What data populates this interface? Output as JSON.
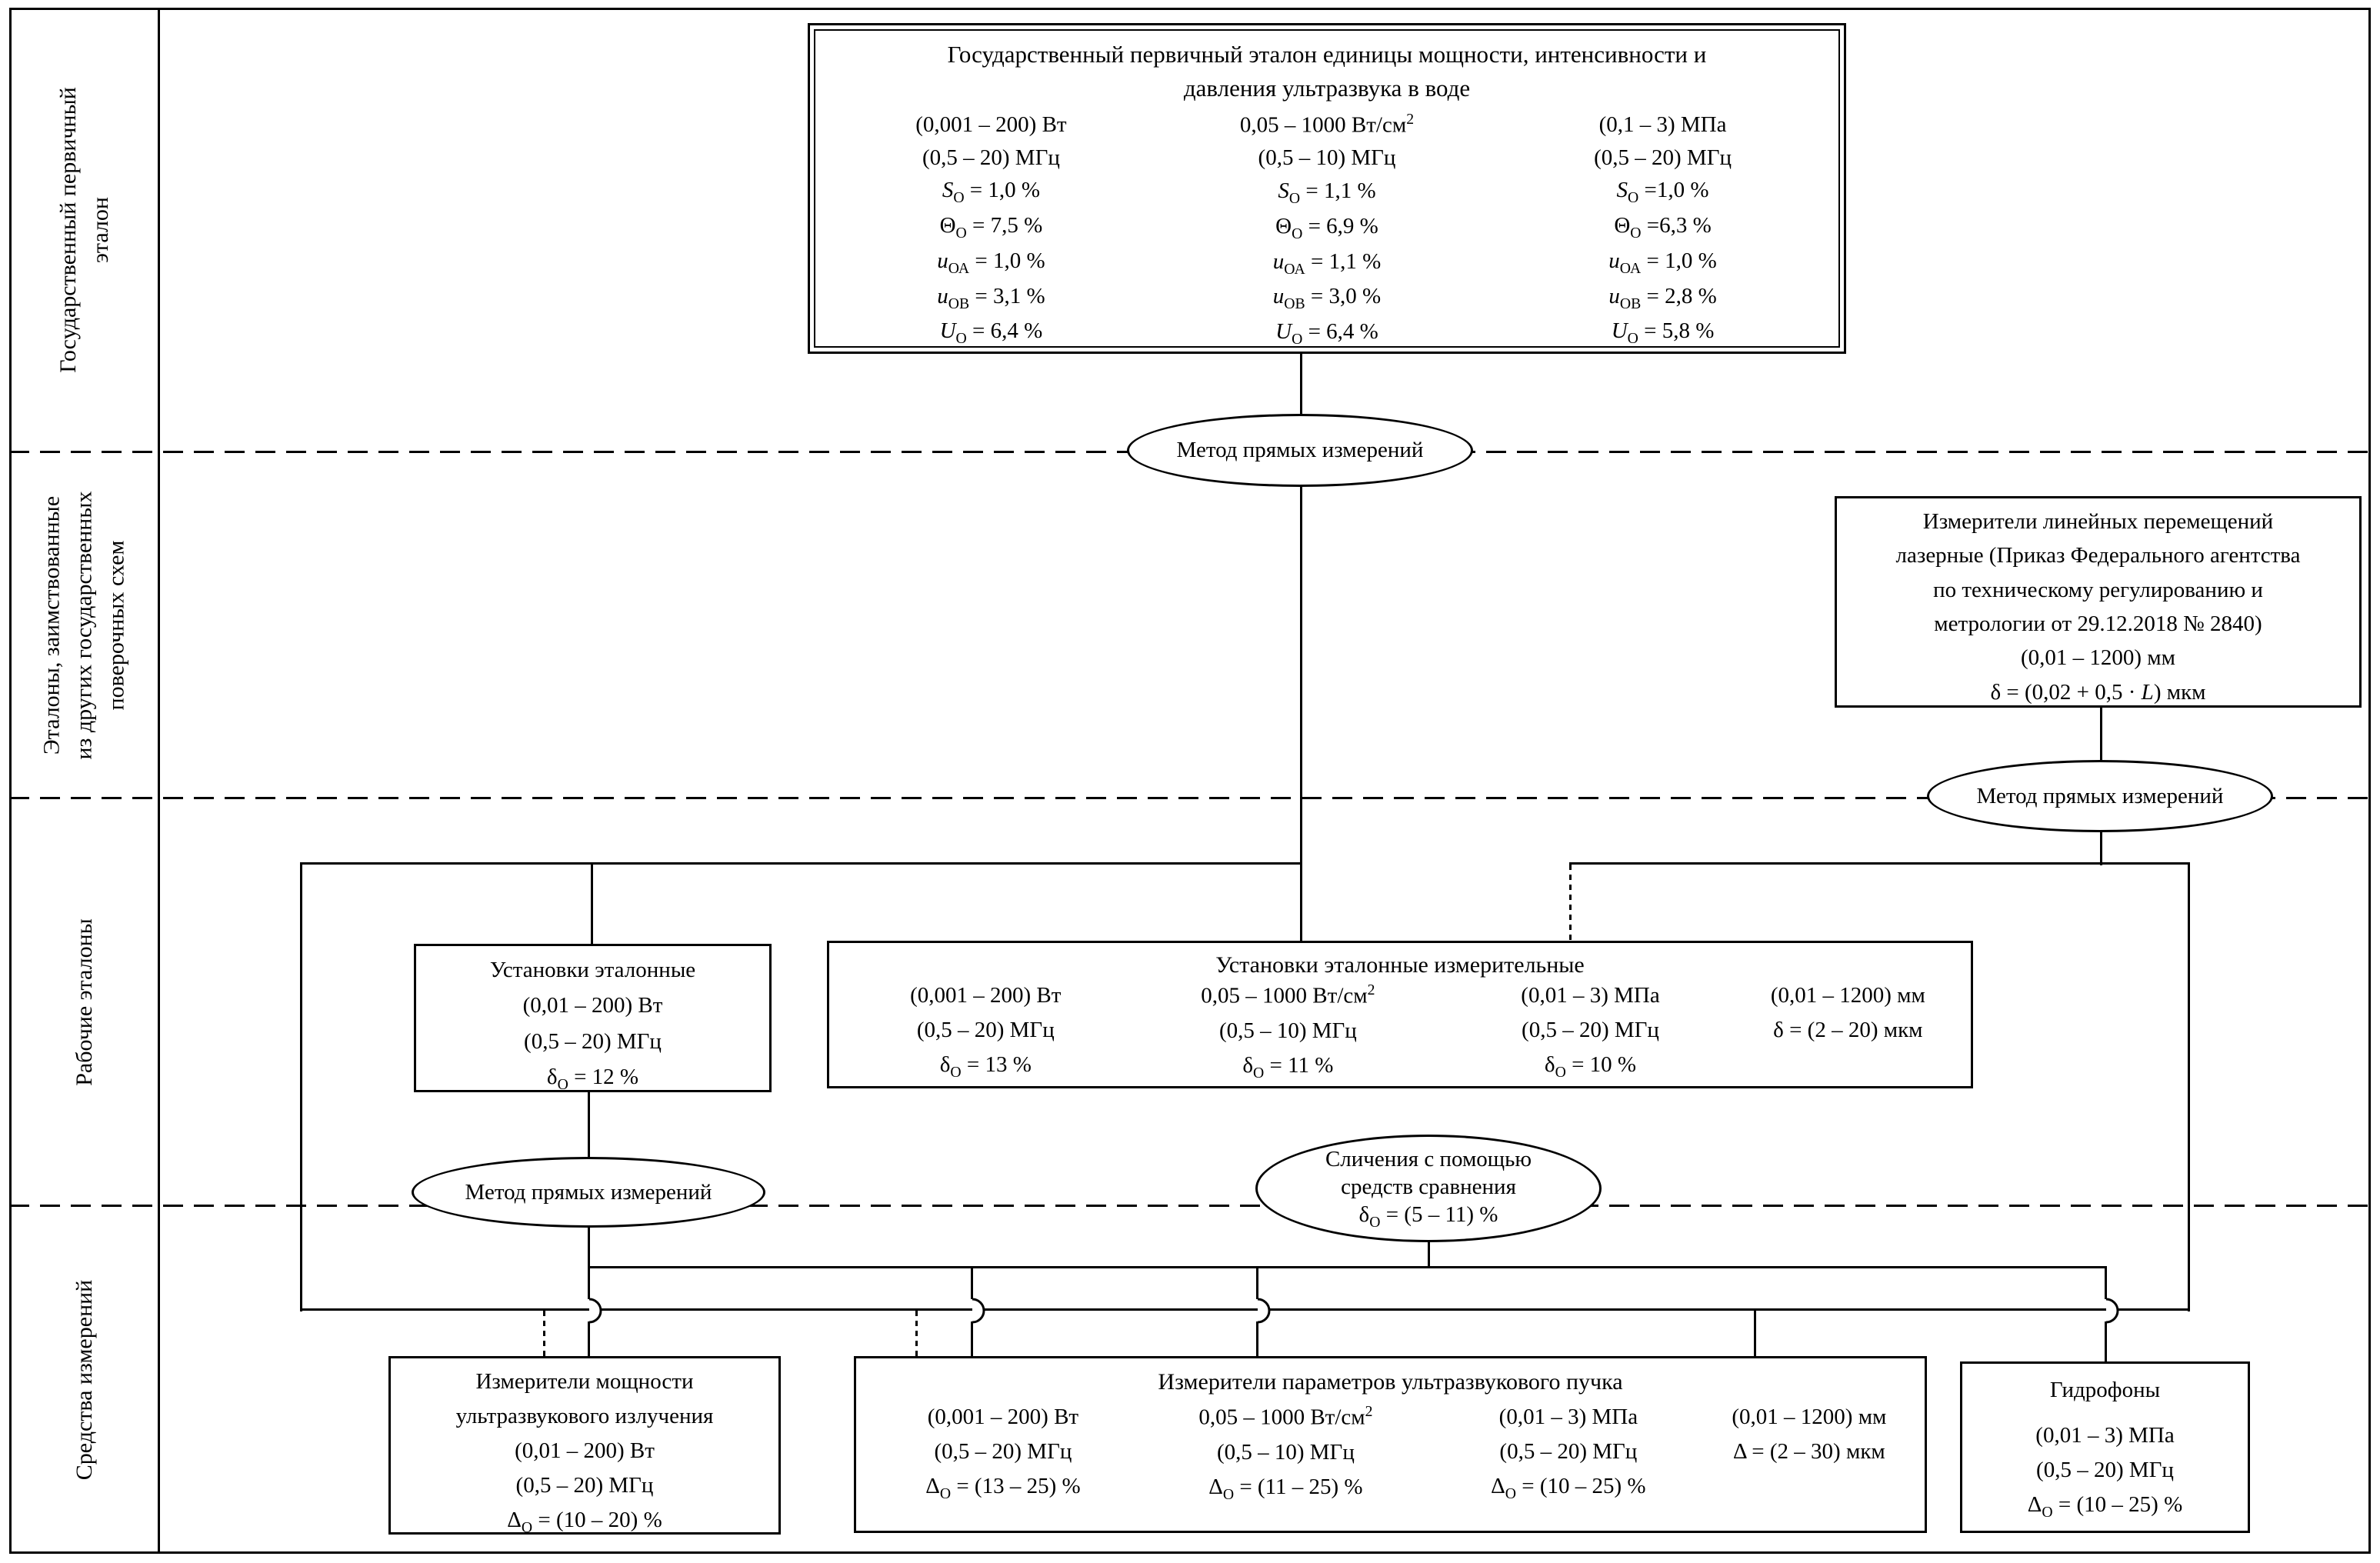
{
  "colors": {
    "line": "#000000",
    "background": "#ffffff"
  },
  "sidebar": {
    "rows": [
      {
        "lines": [
          "Государственный первичный",
          "эталон"
        ]
      },
      {
        "lines": [
          "Эталоны, заимствованные",
          "из других государственных",
          "поверочных схем"
        ]
      },
      {
        "lines": [
          "Рабочие эталоны"
        ]
      },
      {
        "lines": [
          "Средства измерений"
        ]
      }
    ]
  },
  "primary_box": {
    "title_lines": [
      "Государственный первичный эталон единицы мощности, интенсивности и",
      "давления ультразвука в воде"
    ],
    "columns": [
      {
        "lines": [
          "(0,001 – 200) Вт",
          "(0,5 – 20) МГц",
          "[i]S[/i][sub]О[/sub] = 1,0 %",
          "Θ[sub]О[/sub] = 7,5 %",
          "[i]u[/i][sub]ОА[/sub] = 1,0 %",
          "[i]u[/i][sub]ОВ[/sub] = 3,1 %",
          "[i]U[/i][sub]О[/sub] = 6,4 %"
        ]
      },
      {
        "lines": [
          "0,05 – 1000 Вт/см[sup]2[/sup]",
          "(0,5 – 10) МГц",
          "[i]S[/i][sub]О[/sub] = 1,1 %",
          "Θ[sub]О[/sub] = 6,9 %",
          "[i]u[/i][sub]ОА[/sub] = 1,1 %",
          "[i]u[/i][sub]ОВ[/sub] = 3,0 %",
          "[i]U[/i][sub]О[/sub] = 6,4 %"
        ]
      },
      {
        "lines": [
          "(0,1 – 3) МПа",
          "(0,5 – 20) МГц",
          "[i]S[/i][sub]О[/sub] =1,0 %",
          "Θ[sub]О[/sub] =6,3 %",
          "[i]u[/i][sub]ОА[/sub] = 1,0 %",
          "[i]u[/i][sub]ОВ[/sub] = 2,8 %",
          "[i]U[/i][sub]О[/sub] = 5,8 %"
        ]
      }
    ]
  },
  "laser_box": {
    "lines": [
      "Измерители линейных перемещений",
      "лазерные (Приказ Федерального агентства",
      "по техническому регулированию и",
      "метрологии от 29.12.2018 № 2840)",
      "(0,01 – 1200) мм",
      "δ = (0,02 + 0,5 · [i]L[/i]) мкм"
    ]
  },
  "ellipses": {
    "method1": "Метод прямых измерений",
    "method2": "Метод прямых измерений",
    "method3": "Метод прямых измерений",
    "comparison_lines": [
      "Сличения с помощью",
      "средств сравнения",
      "δ[sub]О[/sub] = (5 – 11) %"
    ]
  },
  "standard_units_box": {
    "lines": [
      "Установки эталонные",
      "(0,01 – 200) Вт",
      "(0,5 – 20) МГц",
      "δ[sub]О[/sub] = 12 %"
    ]
  },
  "measuring_units_box": {
    "title": "Установки эталонные измерительные",
    "columns": [
      {
        "lines": [
          "(0,001 – 200) Вт",
          "(0,5 – 20) МГц",
          "δ[sub]О[/sub] = 13 %"
        ]
      },
      {
        "lines": [
          "0,05 – 1000 Вт/см[sup]2[/sup]",
          "(0,5 – 10) МГц",
          "δ[sub]О[/sub] = 11 %"
        ]
      },
      {
        "lines": [
          "(0,01 – 3) МПа",
          "(0,5 – 20) МГц",
          "δ[sub]О[/sub] = 10 %"
        ]
      },
      {
        "lines": [
          "(0,01 – 1200) мм",
          "δ = (2 – 20) мкм"
        ]
      }
    ]
  },
  "power_meters_box": {
    "lines": [
      "Измерители мощности",
      "ультразвукового излучения",
      "(0,01 – 200) Вт",
      "(0,5 – 20) МГц",
      "Δ[sub]О[/sub] = (10 – 20) %"
    ]
  },
  "beam_meters_box": {
    "title": "Измерители параметров ультразвукового пучка",
    "columns": [
      {
        "lines": [
          "(0,001 – 200) Вт",
          "(0,5 – 20) МГц",
          "Δ[sub]О[/sub] = (13 – 25) %"
        ]
      },
      {
        "lines": [
          "0,05 – 1000 Вт/см[sup]2[/sup]",
          "(0,5 – 10) МГц",
          "Δ[sub]О[/sub] = (11 – 25) %"
        ]
      },
      {
        "lines": [
          "(0,01 – 3) МПа",
          "(0,5 – 20) МГц",
          "Δ[sub]О[/sub] = (10 – 25) %"
        ]
      },
      {
        "lines": [
          "(0,01 – 1200) мм",
          "Δ = (2 – 30) мкм"
        ]
      }
    ]
  },
  "hydrophones_box": {
    "lines": [
      "Гидрофоны",
      "(0,01 – 3) МПа",
      "(0,5 – 20) МГц",
      "Δ[sub]О[/sub] = (10 – 25) %"
    ]
  }
}
